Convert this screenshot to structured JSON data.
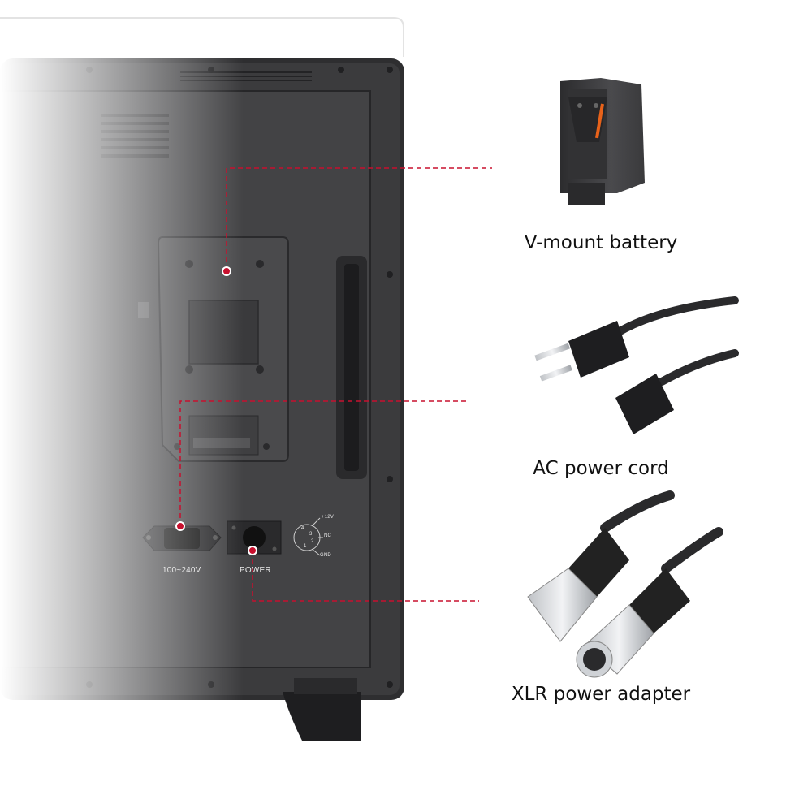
{
  "accessories": {
    "battery": {
      "label": "V-mount battery"
    },
    "ac_cord": {
      "label": "AC power cord"
    },
    "xlr": {
      "label": "XLR power adapter"
    }
  },
  "panel": {
    "ac_input_label": "100~240V",
    "xlr_port_label": "POWER",
    "pin_labels": [
      "+12V",
      "NC",
      "GND"
    ],
    "pin_numbers": [
      "4",
      "3",
      "2",
      "1"
    ]
  },
  "colors": {
    "callout": "#c8102e",
    "panel": "#3a3a3c",
    "accent_orange": "#e8621a"
  }
}
